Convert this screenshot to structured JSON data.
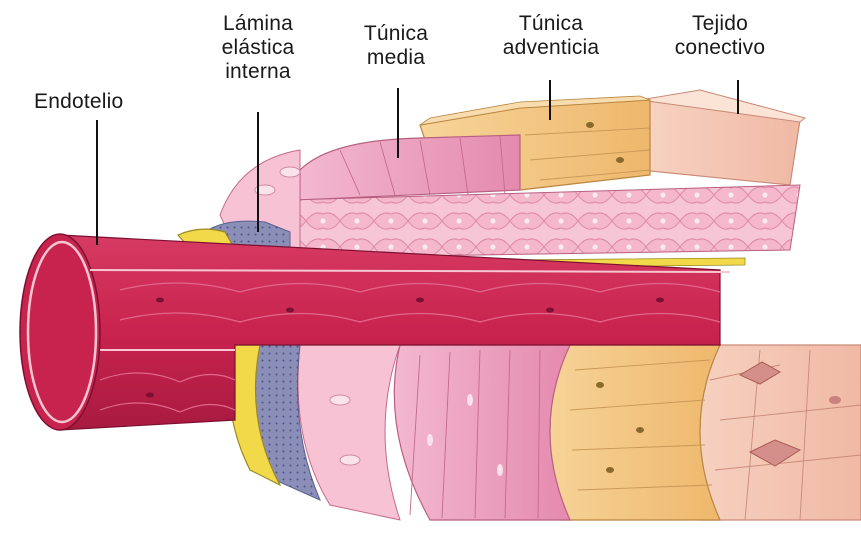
{
  "labels": {
    "endotelio": "Endotelio",
    "lamina_line1": "Lámina",
    "lamina_line2": "elástica",
    "lamina_line3": "interna",
    "media_line1": "Túnica",
    "media_line2": "media",
    "adventicia_line1": "Túnica",
    "adventicia_line2": "adventicia",
    "tejido_line1": "Tejido",
    "tejido_line2": "conectivo"
  },
  "colors": {
    "endothelium": "#c8234e",
    "endothelium_dark": "#a81a40",
    "elastic_lamina": "#f2d94a",
    "basement": "#8b8fb8",
    "media_pink": "#e898b8",
    "media_light": "#f6c6d6",
    "adventitia": "#f2c47f",
    "adventitia_light": "#f7d8a2",
    "connective": "#f6c8b4",
    "connective_light": "#fbe3d6",
    "leader_line": "#111111"
  }
}
